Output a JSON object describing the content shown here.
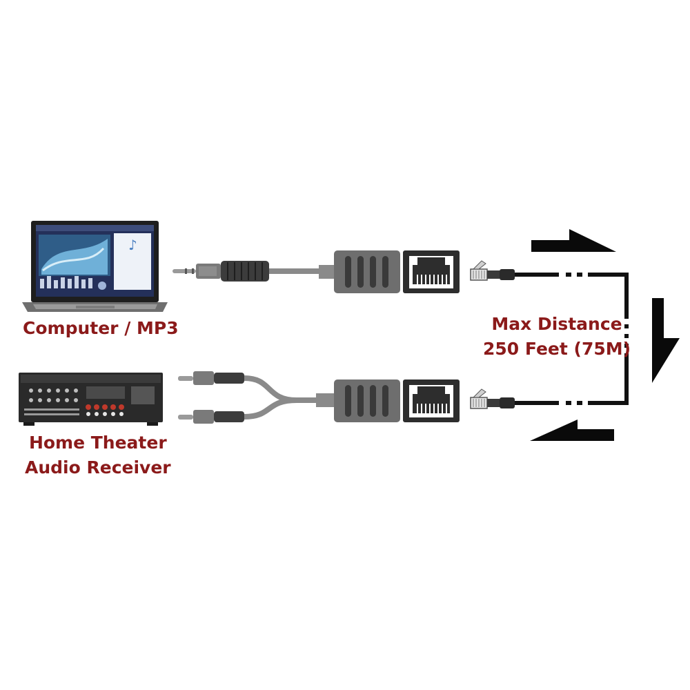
{
  "colors": {
    "label_red": "#8b1a1a",
    "adapter_gray": "#6e6e6e",
    "cable_gray": "#8a8a8a",
    "cable_black": "#111111",
    "arrow_black": "#0a0a0a"
  },
  "devices": {
    "computer": {
      "label": "Computer / MP3",
      "icon": "laptop-icon"
    },
    "receiver": {
      "label_line1": "Home Theater",
      "label_line2": "Audio Receiver",
      "icon": "audio-receiver-icon"
    }
  },
  "connectors": {
    "top": {
      "plug": "3.5mm-stereo-plug-icon",
      "adapter": "balun-adapter-icon",
      "port": "rj45-jack-icon"
    },
    "bottom": {
      "plug": "rca-dual-plug-icon",
      "adapter": "balun-adapter-icon",
      "port": "rj45-jack-icon"
    }
  },
  "distance": {
    "line1": "Max Distance",
    "line2": "250 Feet (75M)"
  },
  "arrows": [
    "arrow-right-icon",
    "arrow-down-icon",
    "arrow-left-icon"
  ]
}
